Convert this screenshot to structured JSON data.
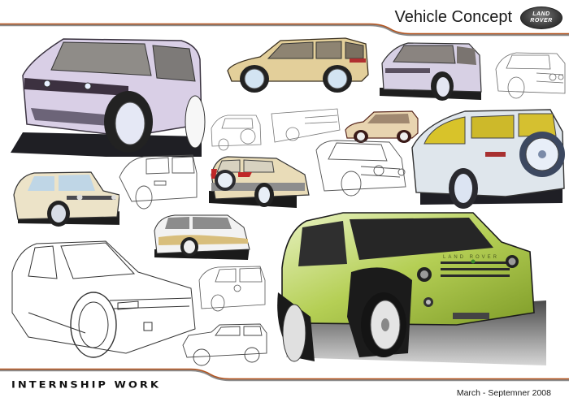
{
  "header": {
    "title": "Vehicle Concept",
    "logo": {
      "line1": "LAND",
      "line2": "ROVER"
    }
  },
  "footer": {
    "left_label": "INTERNSHIP WORK",
    "date_range": "March - Septemner 2008"
  },
  "colors": {
    "accent_line": "#b5541e",
    "shadow_line": "#8a8a8a",
    "background": "#ffffff"
  },
  "sketches": [
    {
      "id": "hero-front-lavender",
      "style": "rendered",
      "body_color": "#d9cfe6"
    },
    {
      "id": "side-profile-gold",
      "style": "rendered",
      "body_color": "#e3cf9a"
    },
    {
      "id": "front-three-quarter-lavender",
      "style": "rendered",
      "body_color": "#d7d0e4"
    },
    {
      "id": "front-three-quarter-line",
      "style": "line"
    },
    {
      "id": "rear-line-small-1",
      "style": "line"
    },
    {
      "id": "rear-line-small-2",
      "style": "line"
    },
    {
      "id": "side-small-gold",
      "style": "rendered",
      "body_color": "#e8d4b0"
    },
    {
      "id": "rear-three-quarter-yellow-glass",
      "style": "rendered",
      "body_color": "#dfe6ec"
    },
    {
      "id": "front-three-quarter-cream",
      "style": "rendered",
      "body_color": "#ece3c8"
    },
    {
      "id": "rear-line-medium",
      "style": "line"
    },
    {
      "id": "rear-three-quarter-red",
      "style": "rendered",
      "body_color": "#e9dcb8"
    },
    {
      "id": "front-line-medium",
      "style": "line"
    },
    {
      "id": "rear-three-quarter-gold-band",
      "style": "rendered",
      "body_color": "#e0c98e"
    },
    {
      "id": "front-line-large",
      "style": "line"
    },
    {
      "id": "rear-line-small-3",
      "style": "line"
    },
    {
      "id": "side-line-small",
      "style": "line"
    },
    {
      "id": "hero-front-green",
      "style": "rendered",
      "body_color": "#b5cf55",
      "badge_text": "LAND ROVER"
    }
  ]
}
